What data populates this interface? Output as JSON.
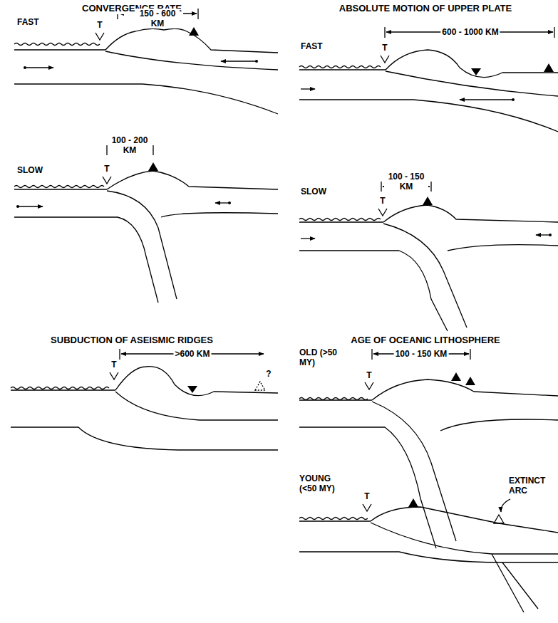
{
  "diagram": {
    "labels": [
      "CONVERGENCE RATE",
      "FAST",
      "T",
      "150 - 600 KM",
      "SLOW",
      "T",
      "100 - 200 KM",
      "ABSOLUTE MOTION OF UPPER PLATE",
      "FAST",
      "T",
      "600 - 1000 KM",
      "SLOW",
      "T",
      "100 - 150 KM",
      "SUBDUCTION OF ASEISMIC RIDGES",
      "T",
      ">600 KM",
      "?",
      "AGE OF OCEANIC LITHOSPHERE",
      "OLD (>50 MY)",
      "T",
      "100 - 150 KM",
      "YOUNG (<50 MY)",
      "T",
      "EXTINCT ARC"
    ]
  }
}
